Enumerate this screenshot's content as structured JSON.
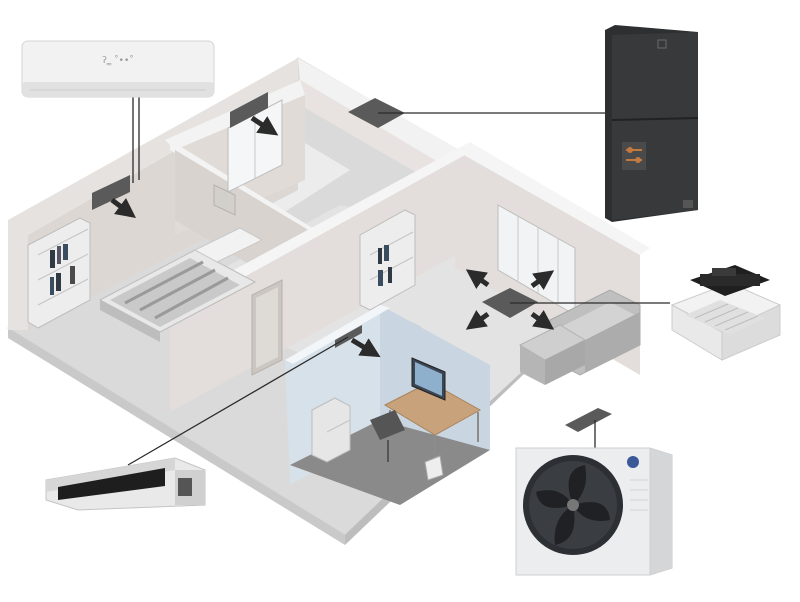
{
  "diagram": {
    "labels": {
      "wall_unit_logo": "ʔ‗ ˚••˚"
    },
    "colors": {
      "floor": "#dcdcdc",
      "wall_face": "#e4e0de",
      "wall_top": "#f4f4f4",
      "office_wall": "#cfdbe6",
      "duct_vent": "#5a5a5a",
      "arrow": "#2b2b2b",
      "air_handler": "#2e2f31",
      "outdoor_unit": "#e6e8ea",
      "connector": "#2b2b2b"
    },
    "equipment": [
      {
        "name": "wall-mounted-mini-split",
        "icon": "wall-ac-icon"
      },
      {
        "name": "vertical-air-handler",
        "icon": "air-handler-icon"
      },
      {
        "name": "ceiling-cassette",
        "icon": "cassette-icon"
      },
      {
        "name": "ducted-concealed-unit",
        "icon": "ducted-unit-icon"
      },
      {
        "name": "outdoor-condenser",
        "icon": "condenser-icon"
      }
    ]
  }
}
